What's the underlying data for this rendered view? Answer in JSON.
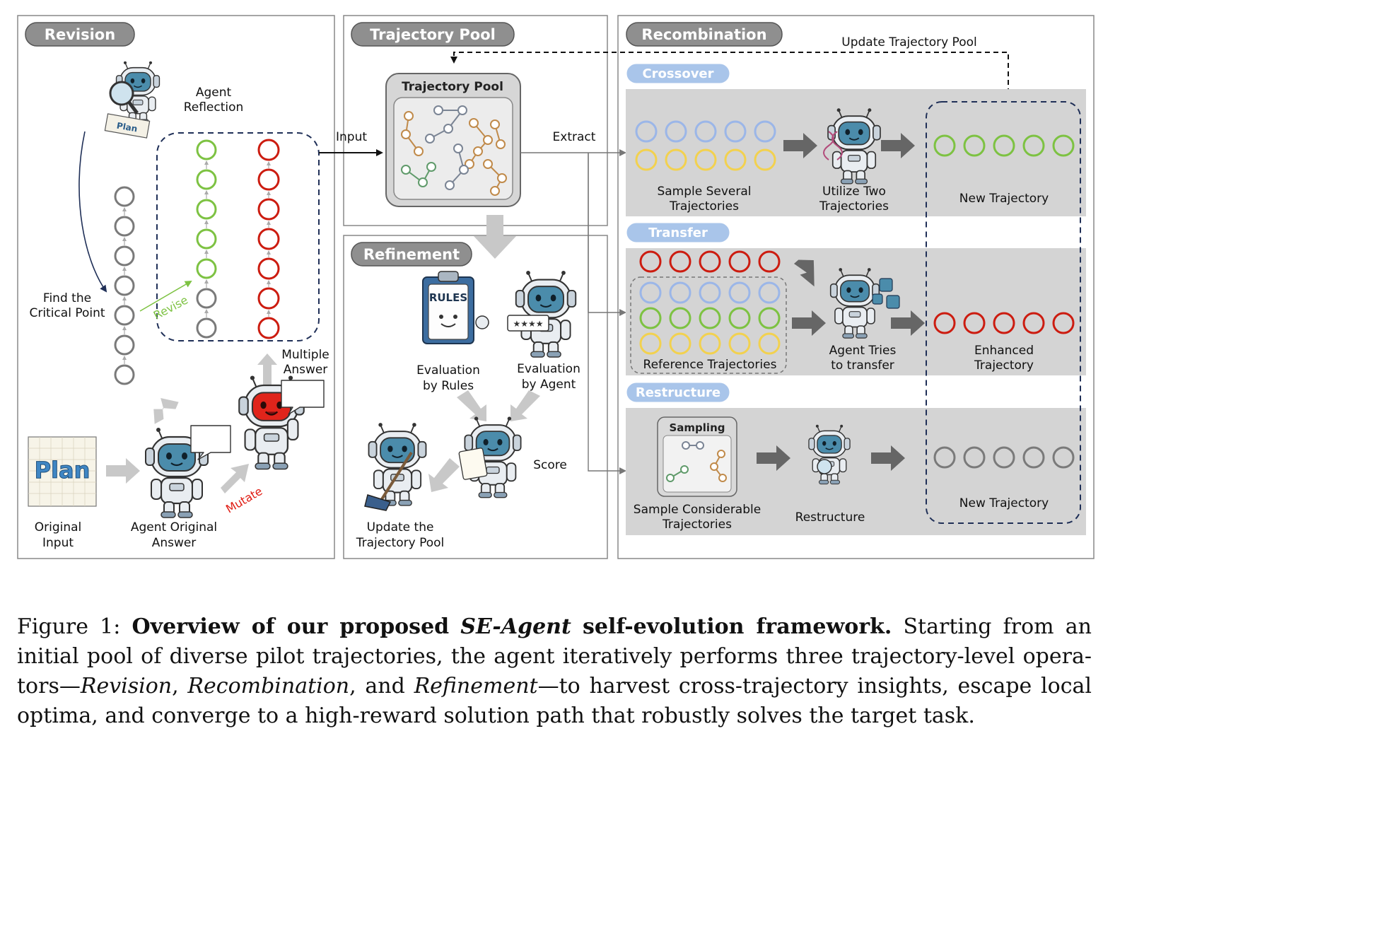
{
  "panels": {
    "revision": "Revision",
    "pool": "Trajectory Pool",
    "refinement": "Refinement",
    "recombination": "Recombination"
  },
  "revision": {
    "agent_reflection": [
      "Agent",
      "Reflection"
    ],
    "find_critical": [
      "Find the",
      "Critical Point"
    ],
    "revise": "Revise",
    "multiple_answer": [
      "Multiple",
      "Answer"
    ],
    "original_input": [
      "Original",
      "Input"
    ],
    "agent_original_answer": [
      "Agent Original",
      "Answer"
    ],
    "mutate": "Mutate",
    "plan_note": "Plan",
    "plan_small": "Plan"
  },
  "pool": {
    "box_title": "Trajectory Pool",
    "input": "Input",
    "extract": "Extract"
  },
  "refinement": {
    "rules_sign": "RULES",
    "eval_rules": [
      "Evaluation",
      "by Rules"
    ],
    "eval_agent": [
      "Evaluation",
      "by Agent"
    ],
    "score": "Score",
    "update_pool": [
      "Update the",
      "Trajectory Pool"
    ]
  },
  "recombination": {
    "update_pool": "Update Trajectory Pool",
    "crossover": "Crossover",
    "sample_several": [
      "Sample Several",
      "Trajectories"
    ],
    "utilize_two": [
      "Utilize Two",
      "Trajectories"
    ],
    "new_trajectory_1": "New Trajectory",
    "transfer": "Transfer",
    "reference_trajectories": "Reference Trajectories",
    "agent_tries": [
      "Agent Tries",
      "to transfer"
    ],
    "enhanced": [
      "Enhanced",
      "Trajectory"
    ],
    "restructure": "Restructure",
    "sampling": "Sampling",
    "sample_considerable": [
      "Sample Considerable",
      "Trajectories"
    ],
    "restructure_label": "Restructure",
    "new_trajectory_2": "New Trajectory"
  },
  "colors": {
    "pill": "#8f8f8f",
    "sub_pill": "#a9c5ea",
    "panel_bg": "#d4d4d4",
    "gray_node": "#7a7a7a",
    "green_node": "#7dc242",
    "red_node": "#cc1c10",
    "blue_node": "#9bb6e8",
    "yellow_node": "#f2d14f",
    "navy_dash": "#1f2f57",
    "robot_body": "#e9edf1",
    "robot_face": "#4b8cab"
  },
  "caption": {
    "figure": "Figure 1:",
    "bold": "Overview of our proposed",
    "name": "SE-Agent",
    "bold2": "self-evolution framework.",
    "text1": "Starting from an initial pool of diverse pilot trajectories, the agent iteratively performs three trajectory-level opera-tors—",
    "op1": "Revision",
    "sep1": ",",
    "op2": "Recombination",
    "sep2": ", and",
    "op3": "Refinement",
    "text2": "—to harvest cross-trajectory insights, escape local optima, and converge to a high-reward solution path that robustly solves the target task."
  }
}
